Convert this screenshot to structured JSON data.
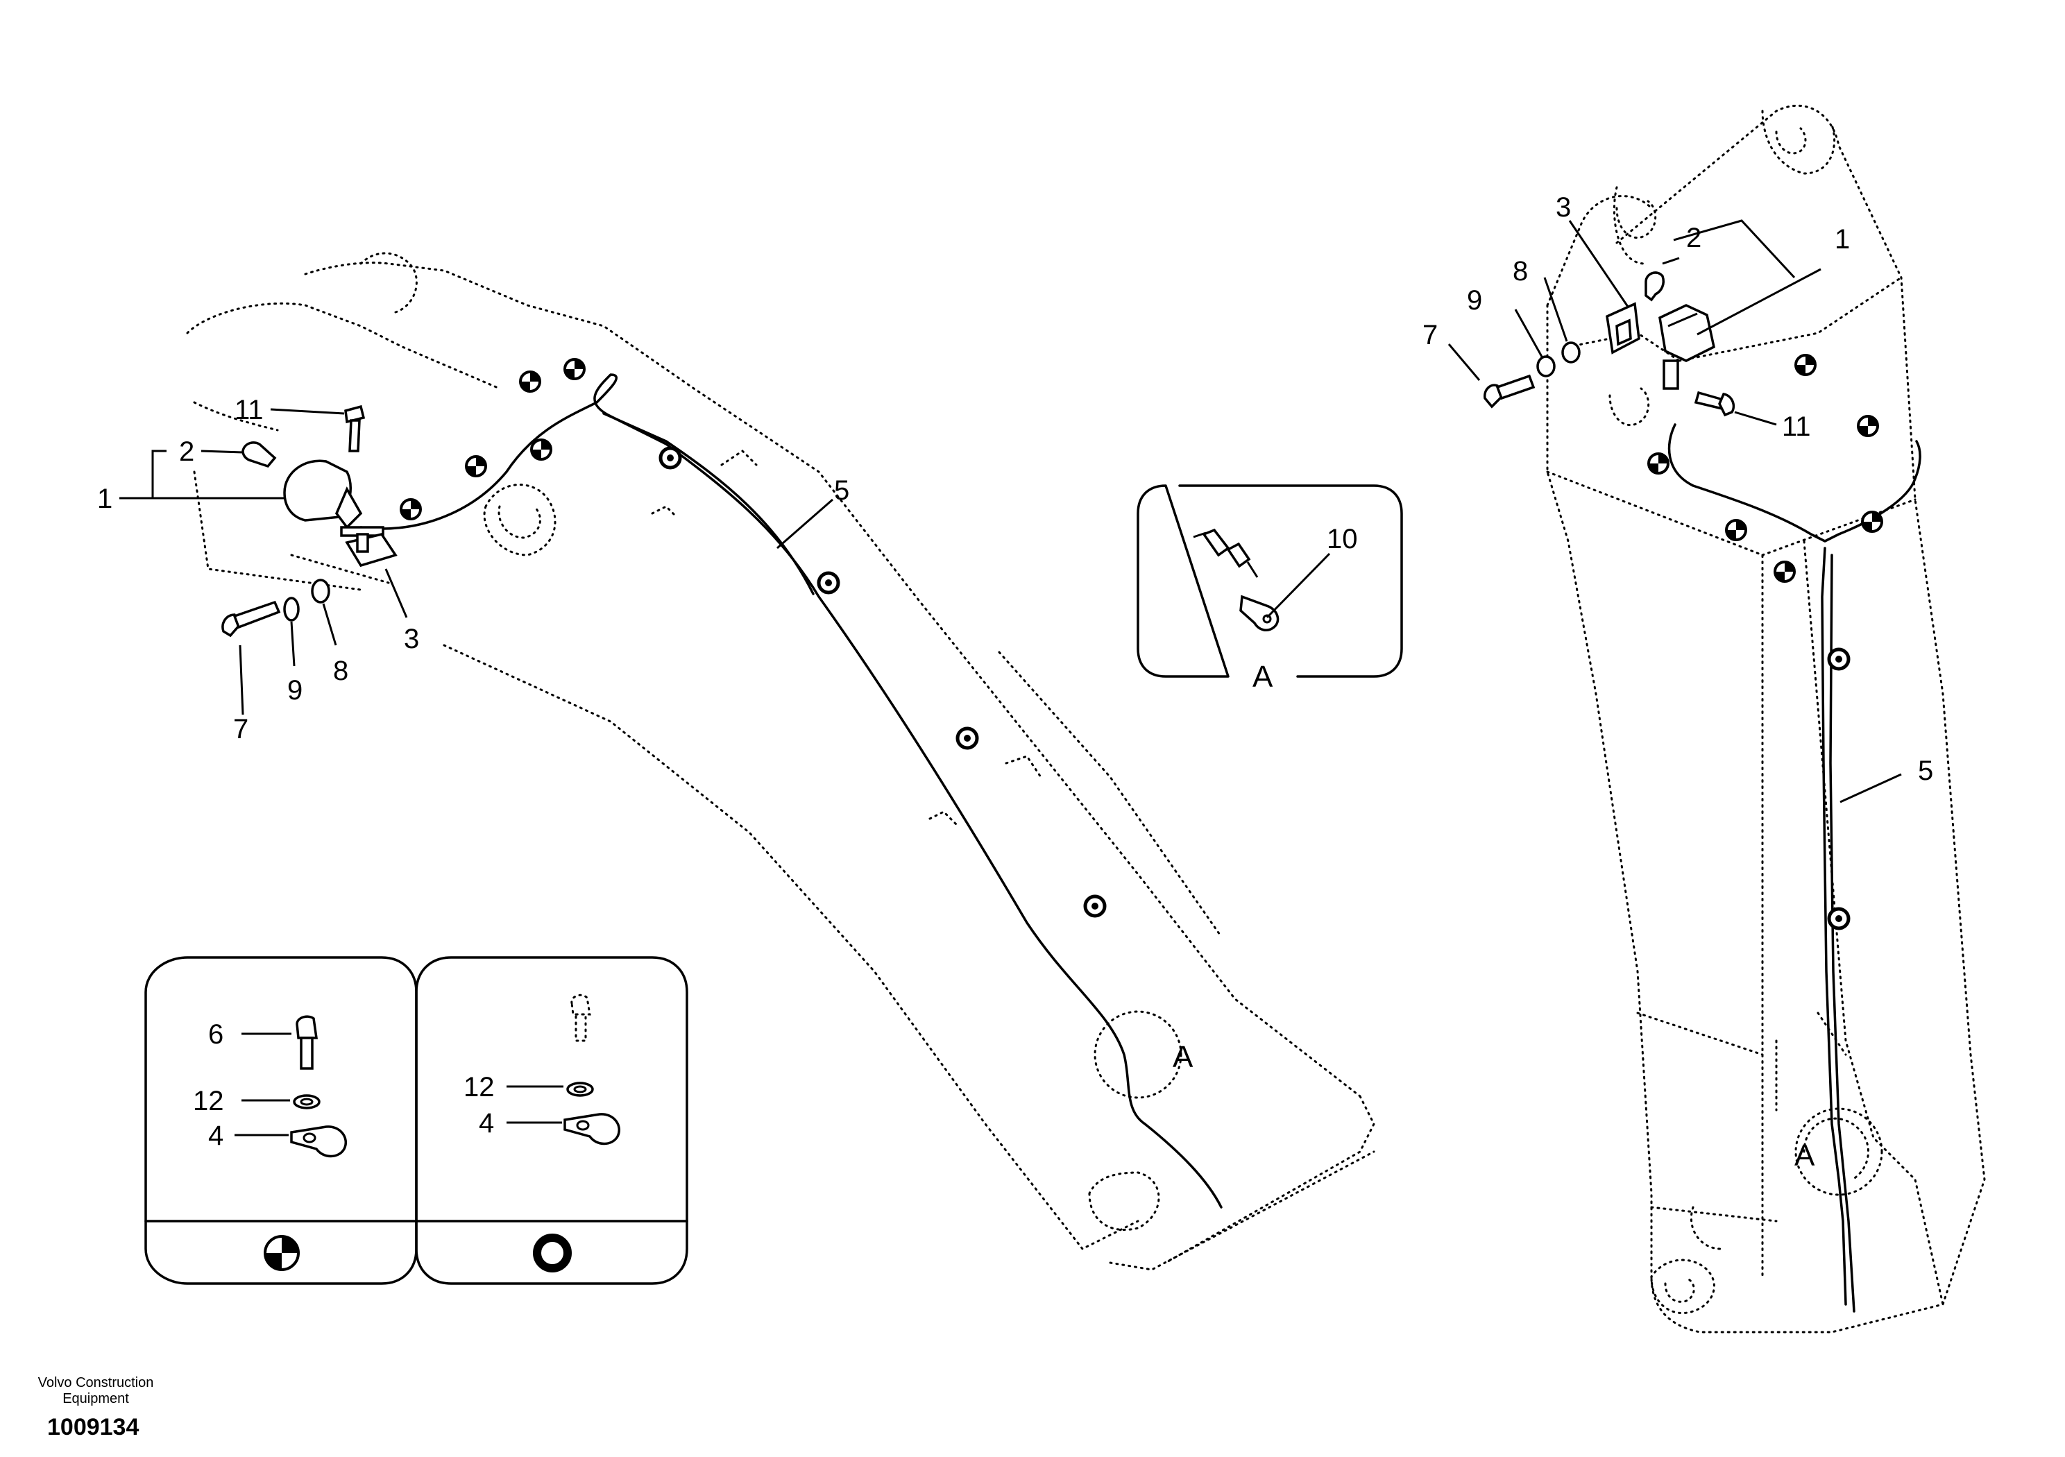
{
  "callouts": {
    "c1": "1",
    "c2": "2",
    "c3": "3",
    "c5": "5",
    "c7": "7",
    "c8": "8",
    "c9": "9",
    "c11": "11",
    "r1": "1",
    "r2": "2",
    "r3": "3",
    "r5": "5",
    "r7": "7",
    "r8": "8",
    "r9": "9",
    "r11": "11",
    "c10": "10",
    "detail_a": "A",
    "boom_a": "A",
    "arm_a": "A"
  },
  "legend": {
    "left": {
      "c6": "6",
      "c12": "12",
      "c4": "4",
      "symbol": "half-filled-circle-icon"
    },
    "right": {
      "c12": "12",
      "c4": "4",
      "symbol": "ring-icon"
    }
  },
  "footer": {
    "brand_line1": "Volvo Construction",
    "brand_line2": "Equipment",
    "doc_number": "1009134"
  }
}
